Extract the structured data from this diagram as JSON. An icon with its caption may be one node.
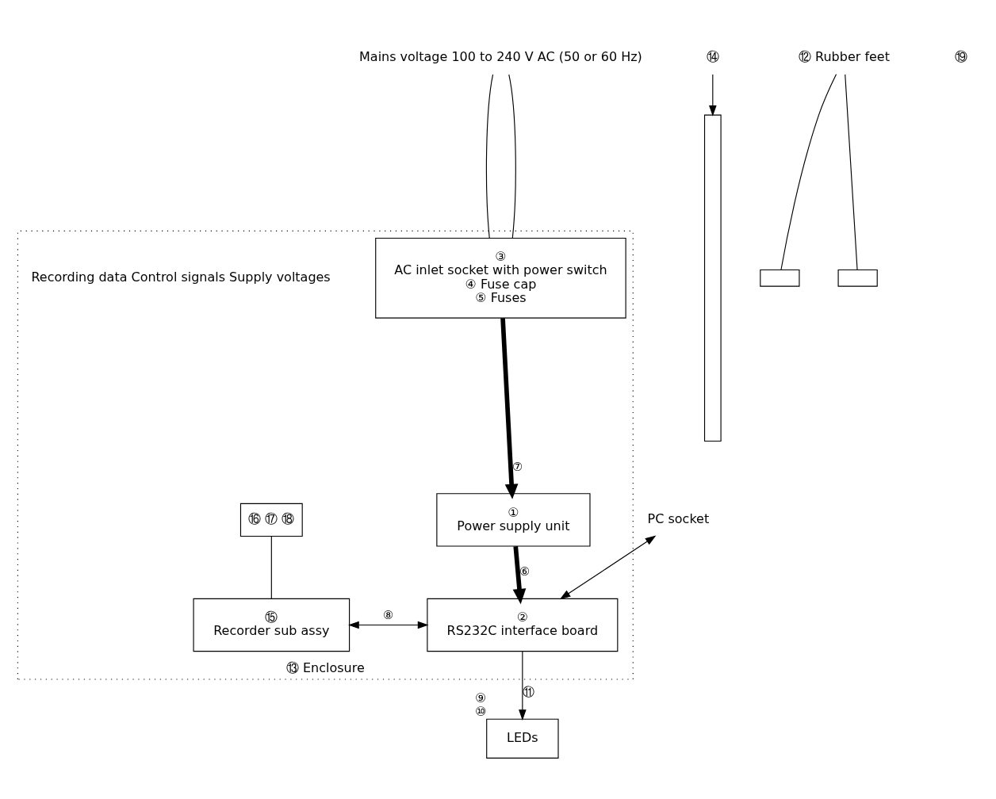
{
  "diagram": {
    "nodes": [
      {
        "text": [
          "⑬ Enclosure"
        ]
      },
      {
        "text": [
          "②",
          "RS232C interface board"
        ],
        "in": 0
      },
      {
        "text": [
          "①",
          "Power supply unit"
        ],
        "in": 0
      },
      {
        "text": [
          "③",
          "AC inlet socket with power switch",
          "④ Fuse cap",
          "⑤ Fuses"
        ],
        "in": 0
      },
      {
        "text": [
          "⑮",
          "Recorder sub assy"
        ],
        "in": 0
      },
      {
        "text": [
          "⑯ ⑰ ⑱"
        ],
        "in": 0
      },
      {
        "text": [],
        "shape": "bar"
      },
      {
        "text": [
          "LEDs"
        ],
        "beside": [
          "⑨",
          "⑩"
        ]
      },
      {
        "text": [
          "PC socket"
        ]
      },
      {
        "text": [
          "Mains voltage 100 to 240 V AC (50 or 60 Hz)"
        ]
      },
      {
        "text": [],
        "shape": "box"
      },
      {
        "text": [],
        "shape": "box"
      },
      {
        "text": [
          "⑫ Rubber feet"
        ]
      },
      {
        "text": [
          "⑭"
        ]
      }
    ],
    "edges": [
      {
        "from": 8,
        "to": 1,
        "arrow": "both"
      },
      {
        "from": 1,
        "to": 7,
        "arrow": "to",
        "label": "⑪"
      },
      {
        "from": 1,
        "to": 4,
        "arrow": "both",
        "label": "⑧"
      },
      {
        "from": 2,
        "to": 1,
        "arrow": "to",
        "label": "⑥",
        "style": "thick"
      },
      {
        "from": 3,
        "to": 2,
        "arrow": "to",
        "label": "⑦",
        "style": "thick"
      },
      {
        "from": 9,
        "to": 3,
        "arrow": "none"
      },
      {
        "from": 9,
        "to": 3,
        "arrow": "none"
      },
      {
        "from": 5,
        "to": 4,
        "arrow": "none"
      },
      {
        "from": 12,
        "to": 10,
        "arrow": "none"
      },
      {
        "from": 12,
        "to": 11,
        "arrow": "none"
      },
      {
        "from": 13,
        "to": 6,
        "arrow": "to"
      }
    ],
    "labels": [
      "Recording data Control signals Supply voltages",
      "⑲"
    ]
  }
}
